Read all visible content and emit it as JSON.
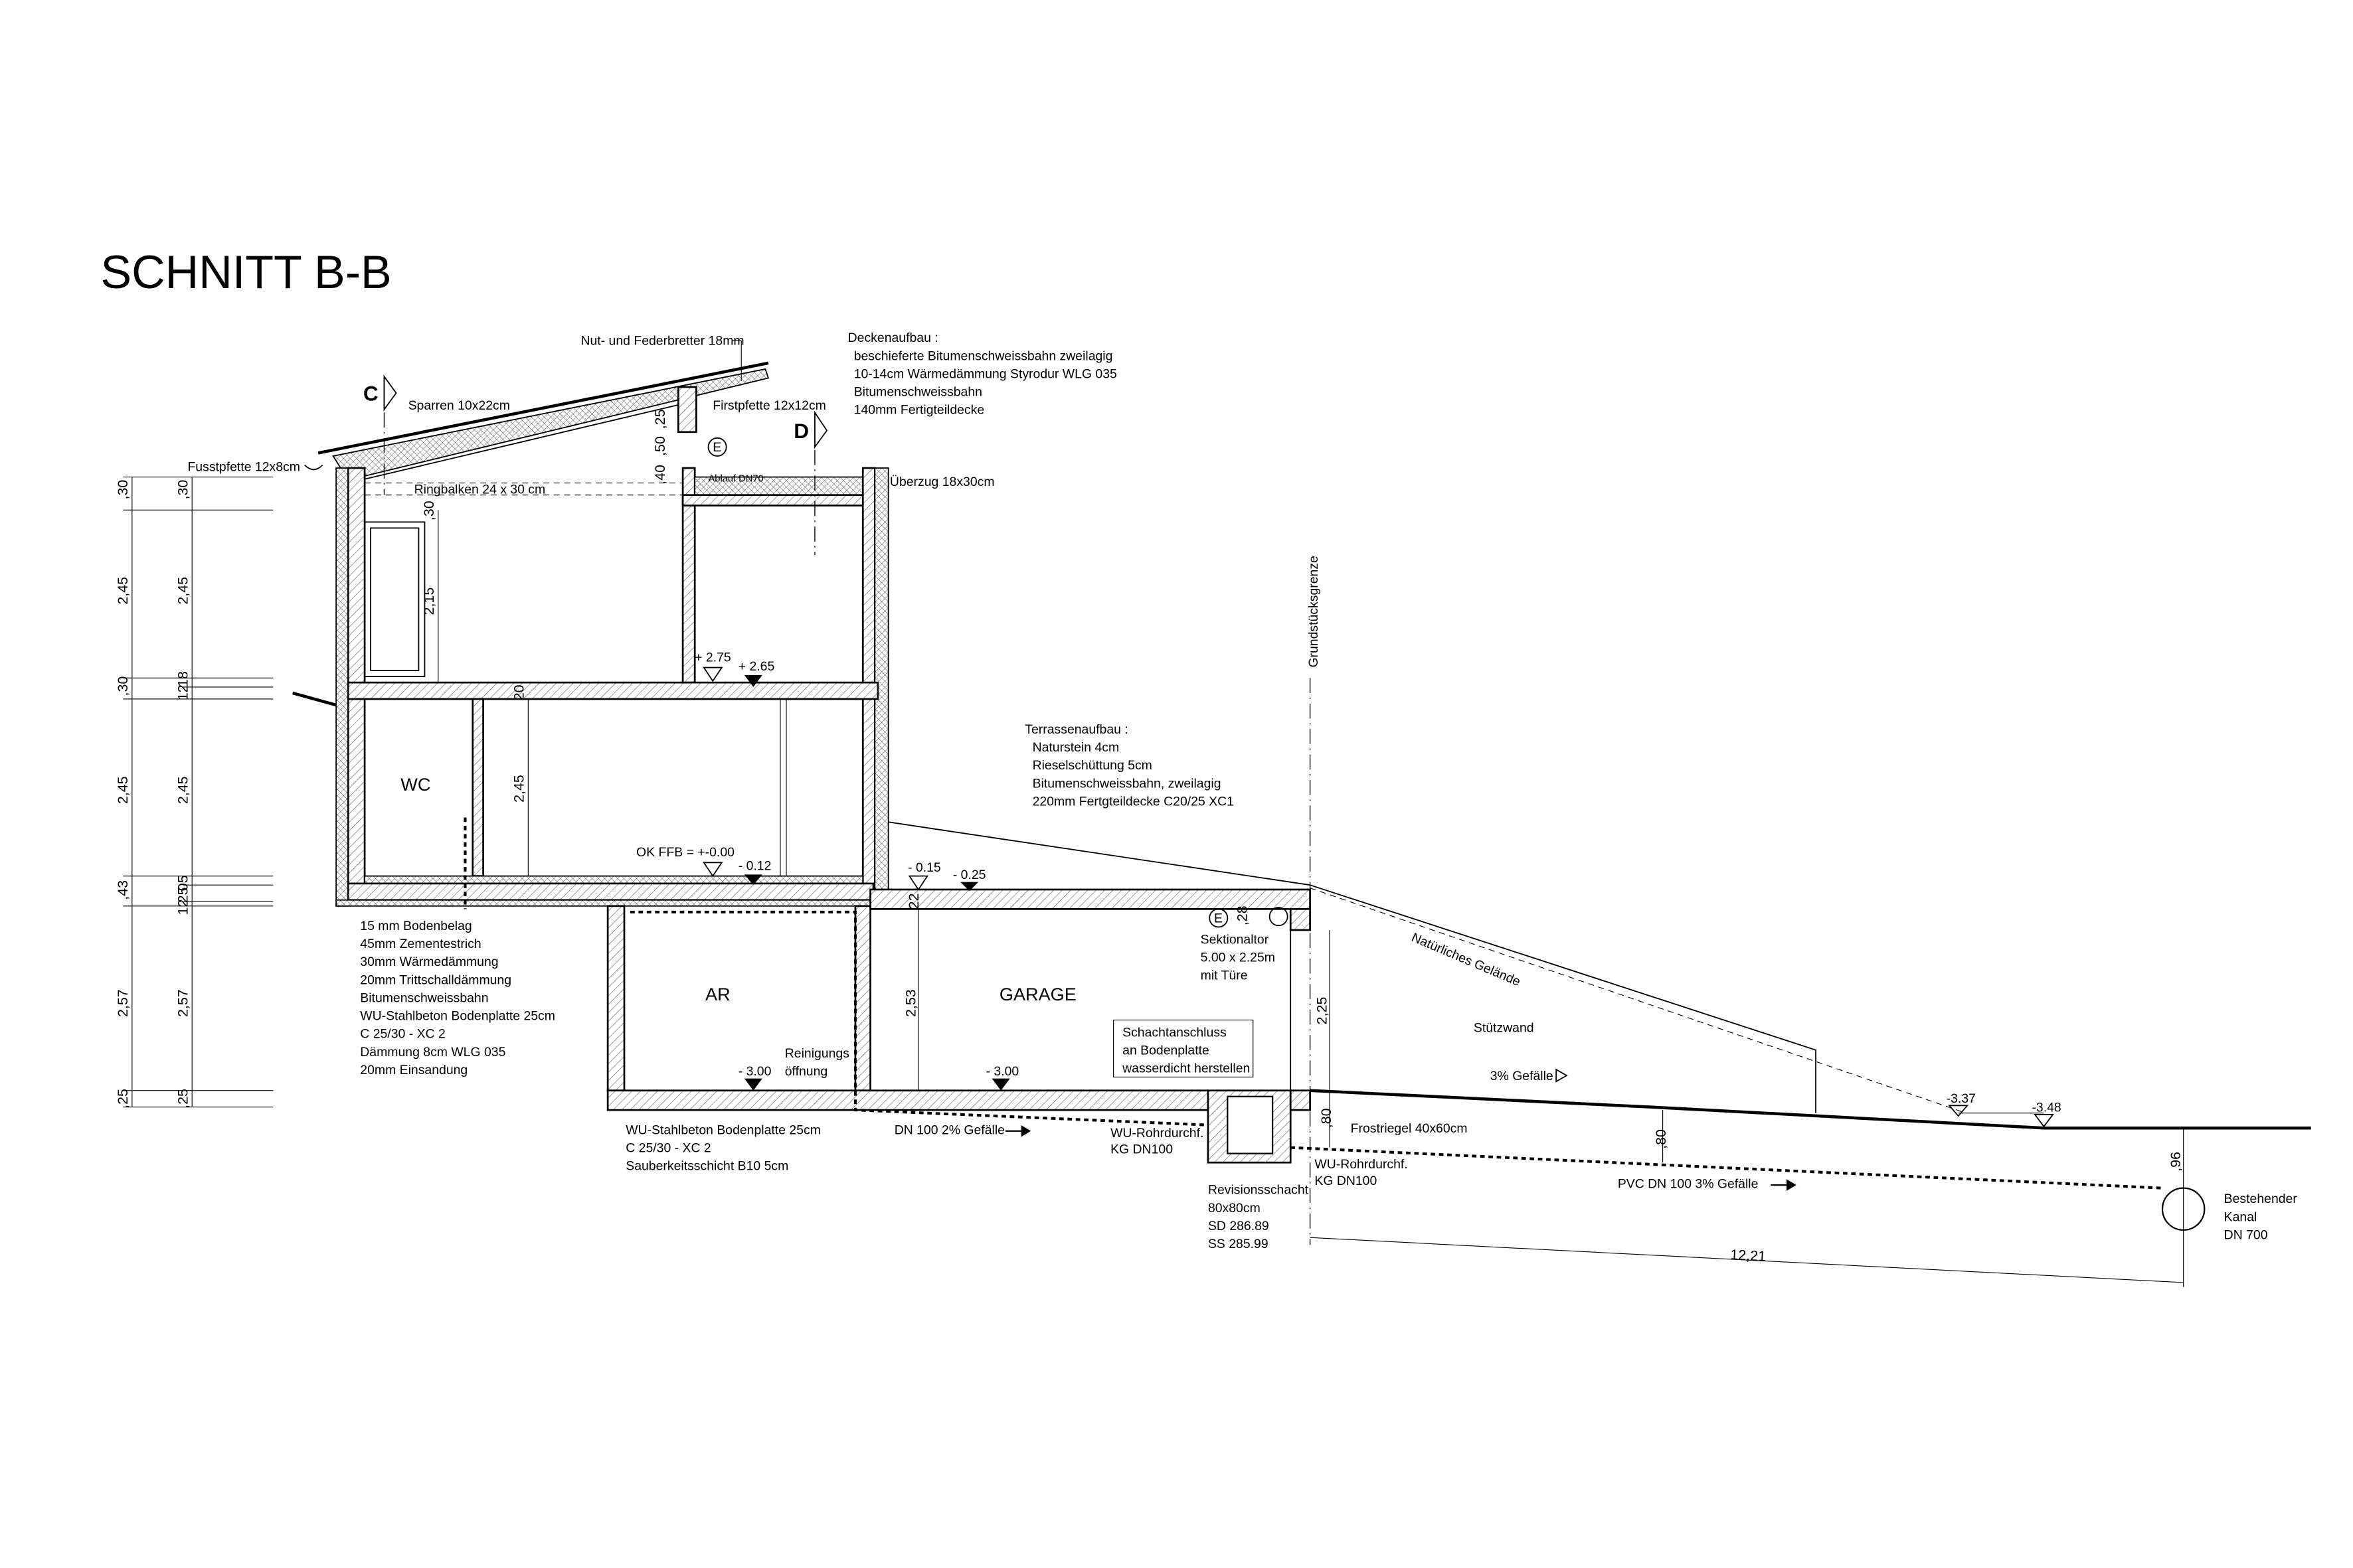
{
  "title": "SCHNITT B-B",
  "section_markers": {
    "c": "C",
    "d": "D",
    "e": "E"
  },
  "rooms": {
    "wc": "WC",
    "ar": "AR",
    "garage": "GARAGE"
  },
  "labels": {
    "nut_feder": "Nut- und Federbretter 18mm",
    "sparren": "Sparren 10x22cm",
    "firstpfette": "Firstpfette 12x12cm",
    "fusspfette": "Fusstpfette 12x8cm",
    "ringbalken": "Ringbalken 24 x 30 cm",
    "ablauf": "Ablauf DN70",
    "ueberzug": "Überzug 18x30cm",
    "reinigung": [
      "Reinigungs",
      "öffnung"
    ],
    "dn100_gefaelle": "DN 100 2% Gefälle",
    "wu_rohr_1": [
      "WU-Rohrdurchf.",
      "KG DN100"
    ],
    "wu_rohr_2": [
      "WU-Rohrdurchf.",
      "KG DN100"
    ],
    "revisionsschacht": [
      "Revisionsschacht",
      "80x80cm",
      "SD 286.89",
      "SS 285.99"
    ],
    "frostriegel": "Frostriegel 40x60cm",
    "pvc": "PVC DN 100 3% Gefälle",
    "kanal": [
      "Bestehender",
      "Kanal",
      "DN 700"
    ],
    "gelaende": "Natürliches Gelände",
    "stuetzwand": "Stützwand",
    "gefaelle_3": "3% Gefälle",
    "grenze": "Grundstücksgrenze",
    "sektionaltor": [
      "Sektionaltor",
      "5.00 x 2.25m",
      "mit Türe"
    ],
    "schachtanschluss": [
      "Schachtanschluss",
      "an Bodenplatte",
      "wasserdicht herstellen"
    ]
  },
  "deckenaufbau": {
    "title": "Deckenaufbau :",
    "lines": [
      "beschieferte Bitumenschweissbahn zweilagig",
      "10-14cm Wärmedämmung Styrodur WLG 035",
      "Bitumenschweissbahn",
      "140mm Fertigteildecke"
    ]
  },
  "terrassenaufbau": {
    "title": "Terrassenaufbau :",
    "lines": [
      "Naturstein 4cm",
      "Rieselschüttung 5cm",
      "Bitumenschweissbahn, zweilagig",
      "220mm Fertgteildecke C20/25 XC1"
    ]
  },
  "floor_buildup": [
    "15 mm Bodenbelag",
    "45mm Zementestrich",
    "30mm Wärmedämmung",
    "20mm Trittschalldämmung",
    "Bitumenschweissbahn",
    "WU-Stahlbeton Bodenplatte 25cm",
    "C 25/30 - XC 2",
    "Dämmung 8cm WLG 035",
    "20mm Einsandung"
  ],
  "slab_buildup": [
    "WU-Stahlbeton Bodenplatte 25cm",
    "C 25/30 - XC 2",
    "Sauberkeitsschicht B10 5cm"
  ],
  "levels": {
    "l275": "+ 2.75",
    "l265": "+ 2.65",
    "okffb": "OK FFB = +-0.00",
    "l012": "- 0.12",
    "l015": "- 0.15",
    "l025": "- 0.25",
    "l300a": "- 3.00",
    "l300b": "- 3.00",
    "l337": "-3.37",
    "l348": "-3.48"
  },
  "dim_chain_outer": [
    ",30",
    "2,45",
    ",30",
    "2,45",
    ",43",
    "2,57",
    ",25"
  ],
  "dim_chain_inner": [
    ",30",
    "2,45",
    "18",
    "12",
    "2,45",
    "05",
    "25",
    "12",
    "2,57",
    ",25"
  ],
  "dims": {
    "d25": ",25",
    "d50": ",50",
    "d40": ",40",
    "d30": ",30",
    "d215": "2,15",
    "d20": "20",
    "d245": "2,45",
    "d22": "22",
    "d253": "2,53",
    "d28": ",28",
    "d225": "2,25",
    "d80a": ",80",
    "d80b": ",80",
    "d96": ",96",
    "d1221": "12,21"
  }
}
